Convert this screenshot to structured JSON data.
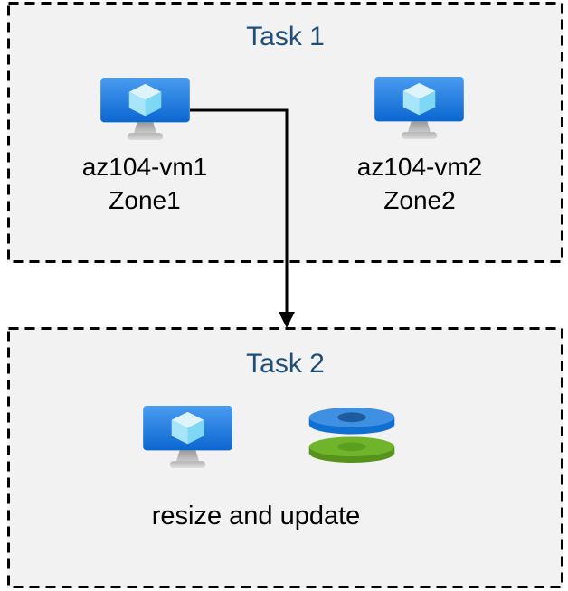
{
  "diagram": {
    "task1": {
      "title": "Task 1",
      "vms": [
        {
          "name": "az104-vm1",
          "zone": "Zone1"
        },
        {
          "name": "az104-vm2",
          "zone": "Zone2"
        }
      ]
    },
    "task2": {
      "title": "Task 2",
      "caption": "resize and update"
    },
    "icons": {
      "vm": "virtual-machine-icon",
      "disks": "managed-disks-icon",
      "connector": "down-arrow-connector"
    },
    "colors": {
      "background": "#ffffff",
      "box_fill": "#f2f2f2",
      "box_border": "#000000",
      "title_text": "#1f4e79",
      "label_text": "#000000",
      "arrow": "#000000",
      "vm_screen_top": "#4a9cf0",
      "vm_screen_bottom": "#0b66d0",
      "vm_cube_top": "#ddf4fd",
      "vm_cube_left": "#a9e5f8",
      "vm_cube_right": "#7ed7f3",
      "disk_blue_top": "#3f8fe2",
      "disk_blue_side": "#1070d2",
      "disk_blue_hole": "#1d5c9e",
      "disk_green_top": "#70b42b",
      "disk_green_side": "#55931c",
      "disk_green_hole": "#5c9e1f"
    }
  }
}
